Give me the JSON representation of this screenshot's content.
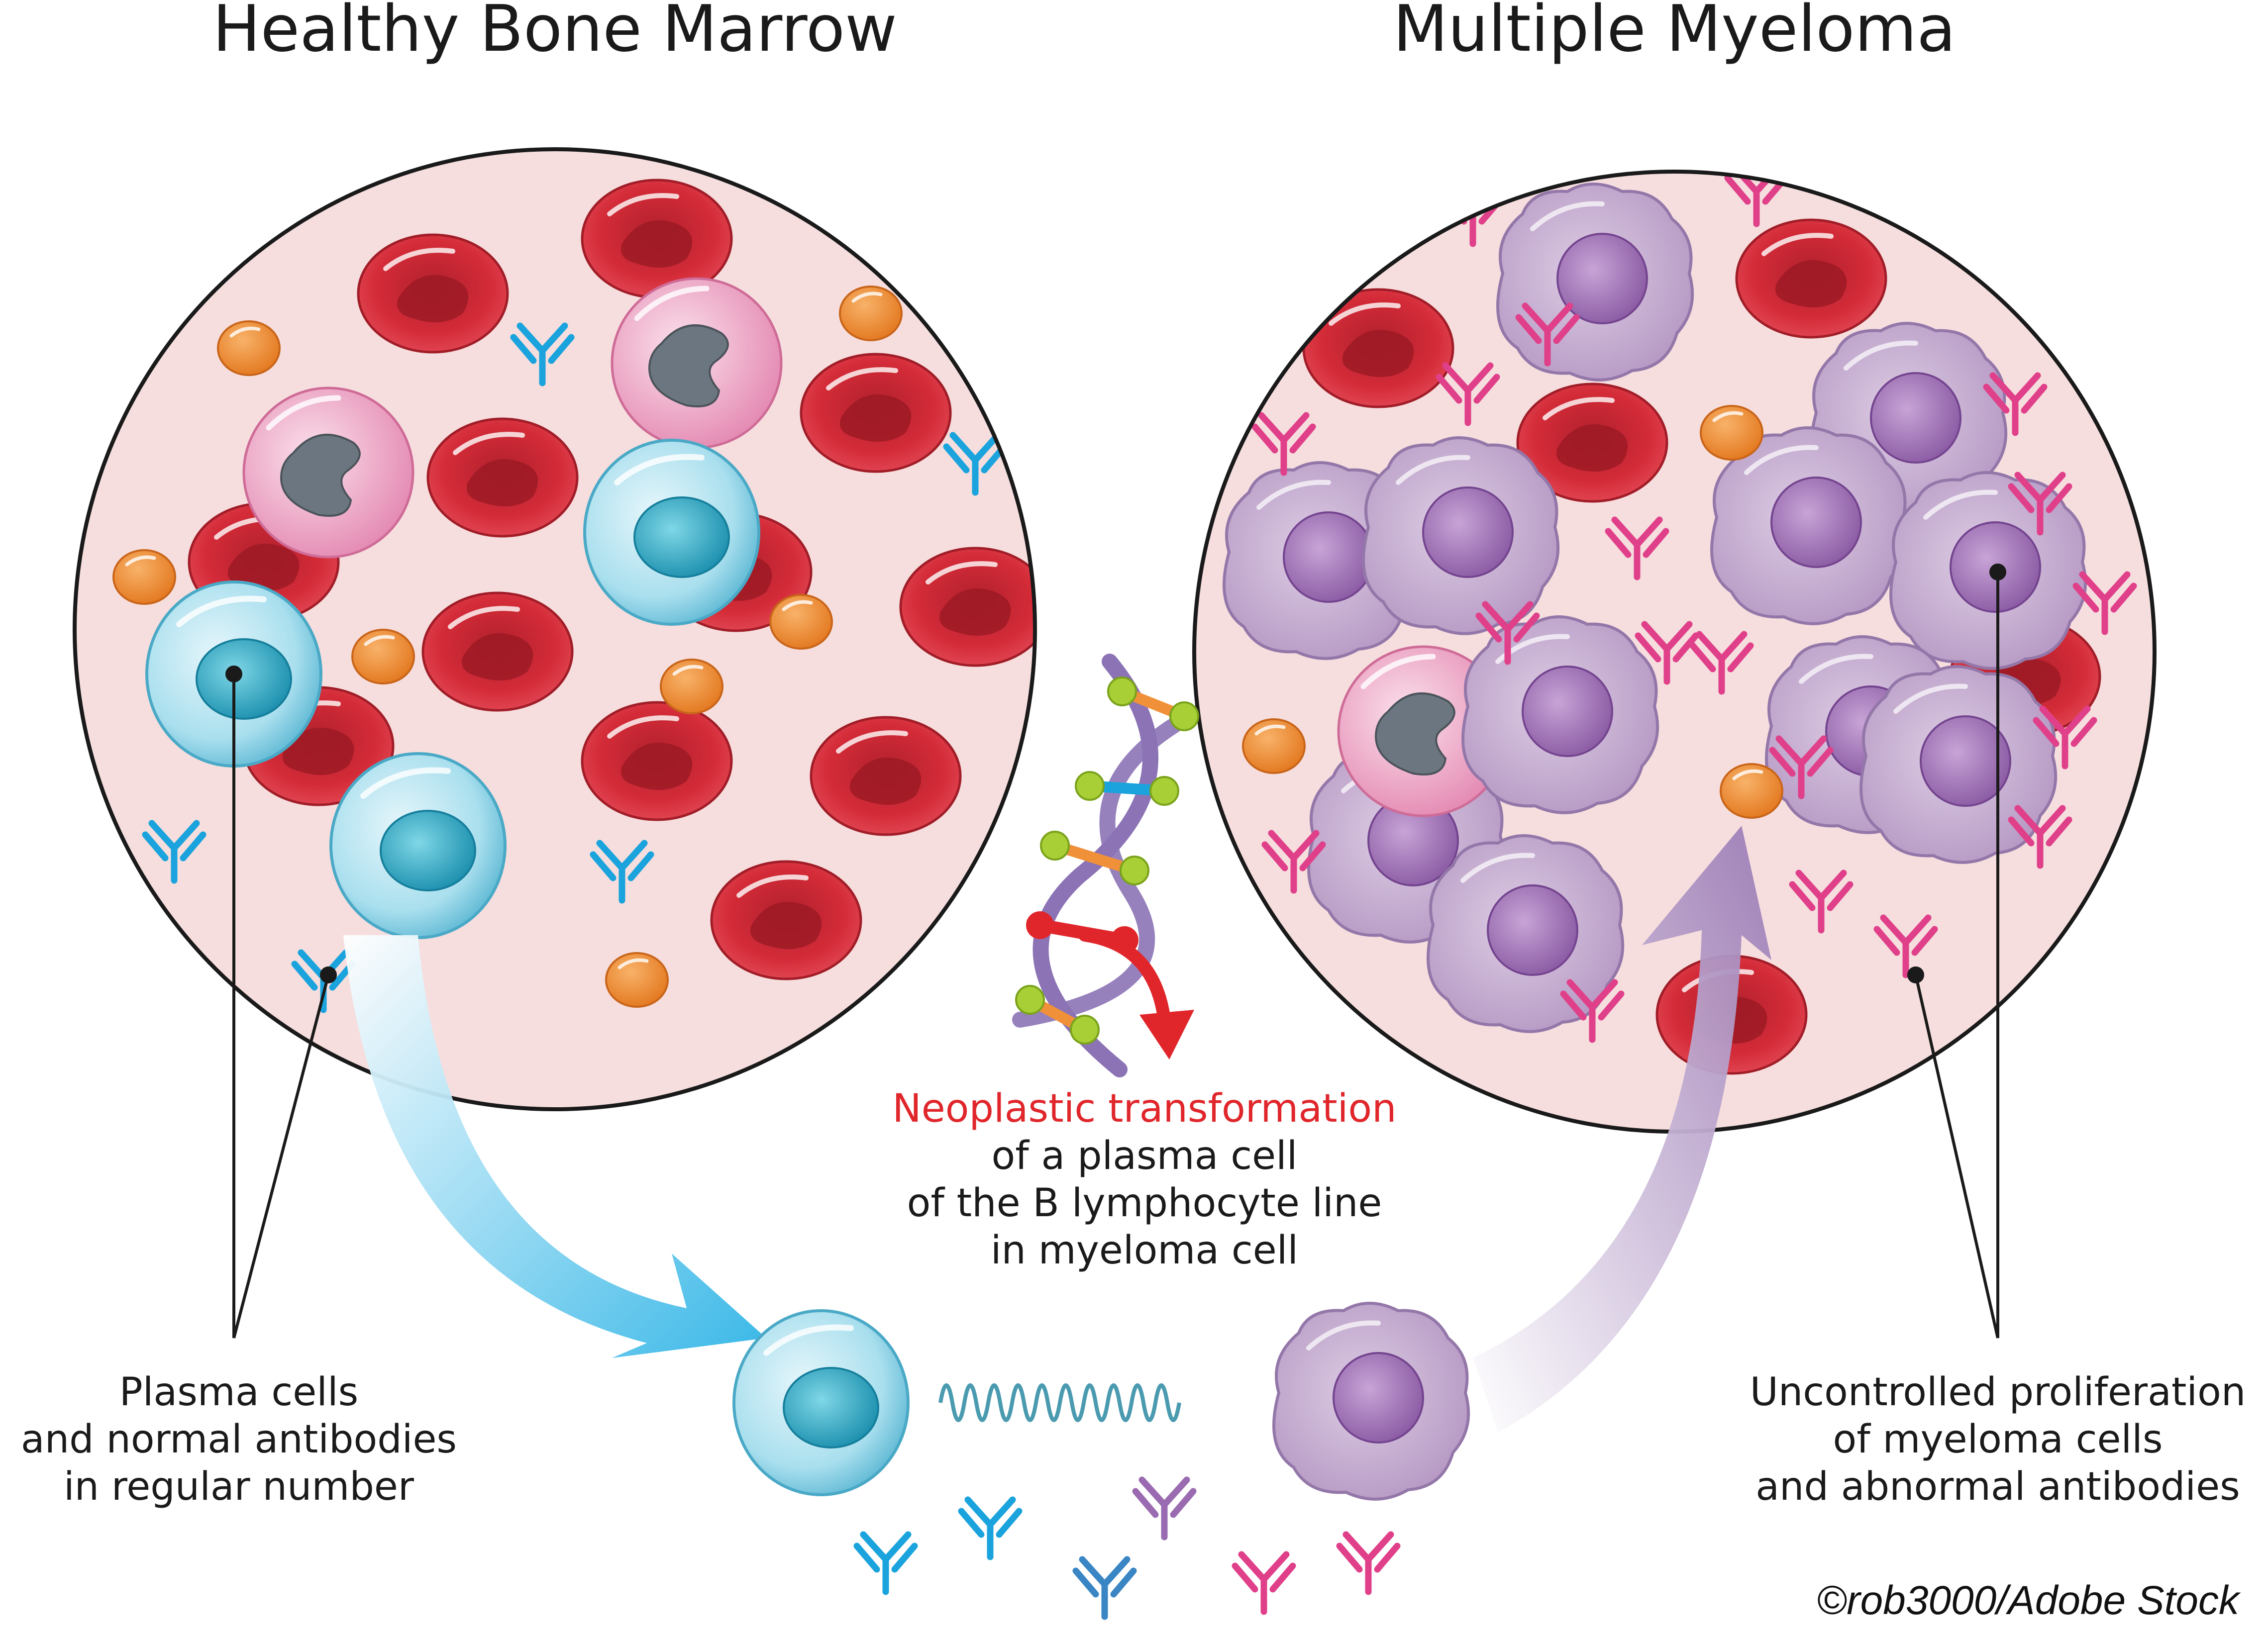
{
  "titles": {
    "left": "Healthy Bone Marrow",
    "right": "Multiple Myeloma"
  },
  "center_text": {
    "highlight": "Neoplastic transformation",
    "line2": "of a plasma cell",
    "line3": "of the B lymphocyte line",
    "line4": "in myeloma cell"
  },
  "left_caption": {
    "line1": "Plasma cells",
    "line2": "and normal antibodies",
    "line3": "in regular number"
  },
  "right_caption": {
    "line1": "Uncontrolled proliferation",
    "line2": "of myeloma cells",
    "line3": "and abnormal antibodies"
  },
  "credit": "©rob3000/Adobe Stock",
  "colors": {
    "circle_fill": "#f6dede",
    "red_cell": "#d42b38",
    "plasma_cell": "#8fd3e4",
    "myeloma_cell": "#c9b1d3",
    "normal_antibody": "#1aa3dc",
    "abnormal_antibody": "#e0408a",
    "platelet": "#f0913a",
    "neo_text": "#e0262b"
  }
}
